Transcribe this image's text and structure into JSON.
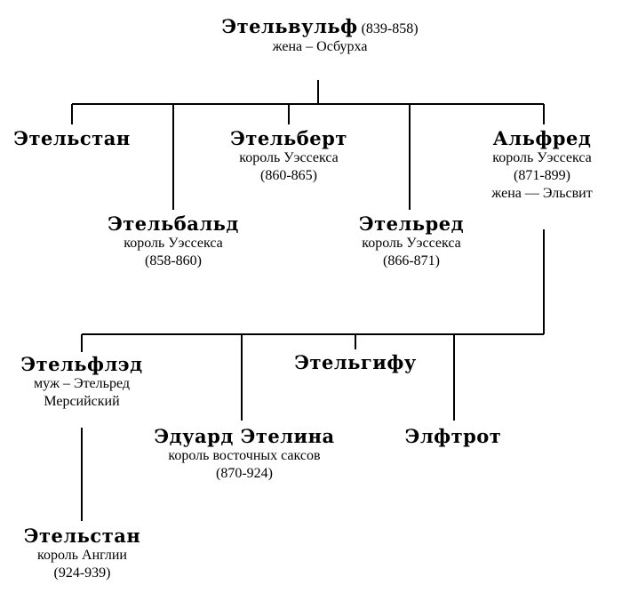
{
  "root": {
    "name": "Этельвульф",
    "reign": "(839-858)",
    "spouse": "жена – Осбурха"
  },
  "children": [
    {
      "name": "Этельстан"
    },
    {
      "name": "Этельбальд",
      "title": "король Уэссекса",
      "reign": "(858-860)"
    },
    {
      "name": "Этельберт",
      "title": "король Уэссекса",
      "reign": "(860-865)"
    },
    {
      "name": "Этельред",
      "title": "король Уэссекса",
      "reign": "(866-871)"
    },
    {
      "name": "Альфред",
      "title": "король Уэссекса",
      "reign": "(871-899)",
      "spouse": "жена — Эльсвит"
    }
  ],
  "grandchildren": [
    {
      "name": "Этельфлэд",
      "spouse": "муж – Этельред",
      "spouse2": "Мерсийский"
    },
    {
      "name": "Эдуард Этелина",
      "title": "король восточных саксов",
      "reign": "(870-924)"
    },
    {
      "name": "Этельгифу"
    },
    {
      "name": "Элфтрот"
    }
  ],
  "great_grandchild": {
    "name": "Этельстан",
    "title": "король Англии",
    "reign": "(924-939)"
  }
}
